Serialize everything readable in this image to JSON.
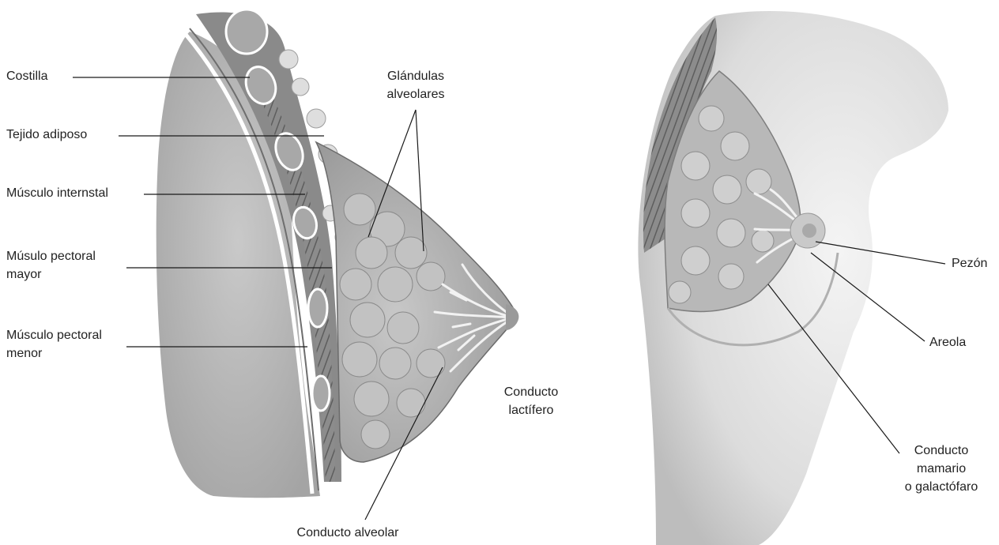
{
  "labels": {
    "costilla": "Costilla",
    "tejido_adiposo": "Tejido adiposo",
    "musculo_internstal": "Músculo internstal",
    "pectoral_mayor_1": "Músulo pectoral",
    "pectoral_mayor_2": "mayor",
    "pectoral_menor_1": "Músculo pectoral",
    "pectoral_menor_2": "menor",
    "glandulas_1": "Glándulas",
    "glandulas_2": "alveolares",
    "lactifero_1": "Conducto",
    "lactifero_2": "lactífero",
    "conducto_alveolar": "Conducto alveolar",
    "pezon": "Pezón",
    "areola": "Areola",
    "mamario_1": "Conducto",
    "mamario_2": "mamario",
    "mamario_3": "o galactófaro"
  },
  "colors": {
    "line": "#1a1a1a",
    "tissue_light": "#d6d6d6",
    "tissue_mid": "#b5b5b5",
    "tissue_dark": "#7a7a7a",
    "skin": "#e4e4e4"
  }
}
